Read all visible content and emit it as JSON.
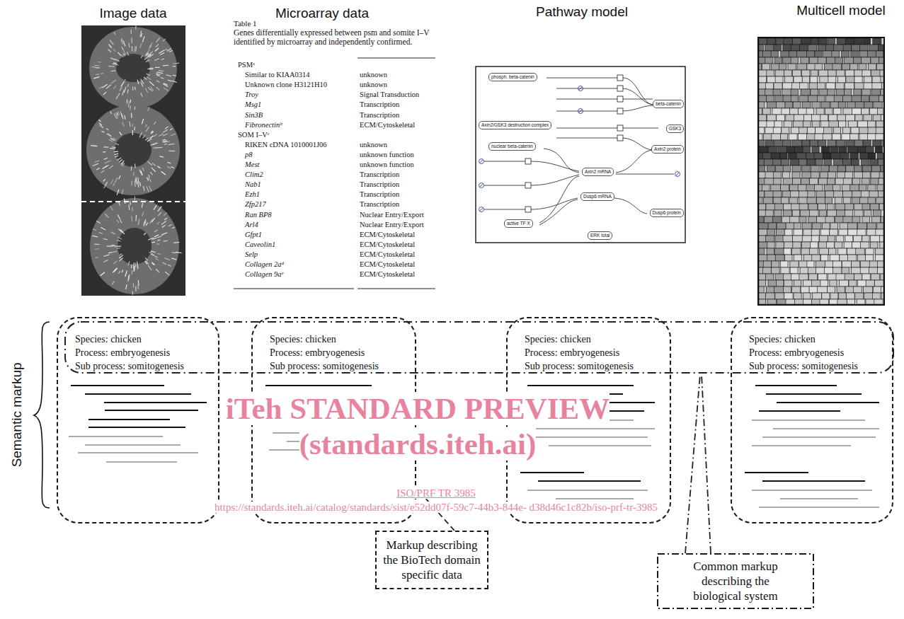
{
  "diagram": {
    "nodes": [
      {
        "text": [
          "Species: chicken",
          "Process: embryogenesis",
          "Sub process: somitogenesis"
        ]
      },
      {
        "text": [
          "Species: chicken",
          "Process: embryogenesis",
          "Sub process: somitogenesis"
        ]
      },
      {
        "text": [
          "Species: chicken",
          "Process: embryogenesis",
          "Sub process: somitogenesis"
        ]
      },
      {
        "text": [
          "Species: chicken",
          "Process: embryogenesis",
          "Sub process: somitogenesis"
        ]
      },
      {
        "text": [
          "Markup describing the BioTech domain specific data"
        ]
      },
      {
        "text": [
          "Common markup describing the biological system"
        ]
      },
      {
        "text": [
          "phosph. beta-catenin"
        ]
      },
      {
        "text": [
          "beta-catenin"
        ]
      },
      {
        "text": [
          "Axin2/GSK3 destruction complex"
        ]
      },
      {
        "text": [
          "GSK3"
        ]
      },
      {
        "text": [
          "nuclear beta-catenin"
        ]
      },
      {
        "text": [
          "Axin2 protein"
        ]
      },
      {
        "text": [
          "Axin2 mRNA"
        ]
      },
      {
        "text": [
          "Dusp6 mRNA"
        ]
      },
      {
        "text": [
          "active TF X"
        ]
      },
      {
        "text": [
          "Dusp6 protein"
        ]
      },
      {
        "text": [
          "ERK total"
        ]
      }
    ],
    "edges": [
      {
        "from": 4,
        "to": 1,
        "arrow": "none"
      }
    ],
    "labels": [
      "Image data",
      "Microarray data",
      "Table 1",
      "Genes differentially expressed between psm and somite I–V identified by microarray and independently confirmed.",
      "Pathway model",
      "Multicell model",
      "PSMᵃ",
      "Similar to KIAA0314",
      "unknown",
      "Unknown clone H3121H10",
      "unknown",
      "Troy",
      "Signal Transduction",
      "Msg1",
      "Transcription",
      "Sin3B",
      "Transcription",
      "Fibronectinᵇ",
      "ECM/Cytoskeletal",
      "SOM I–Vᶜ",
      "RIKEN cDNA 1010001J06",
      "unknown",
      "p8",
      "unknown function",
      "Mest",
      "unknown function",
      "Clim2",
      "Transcription",
      "Nab1",
      "Transcription",
      "Ezh1",
      "Transcription",
      "Zfp217",
      "Transcription",
      "Ran BP8",
      "Nuclear Entry/Export",
      "Arl4",
      "Nuclear Entry/Export",
      "Gfpt1",
      "ECM/Cytoskeletal",
      "Caveolin1",
      "ECM/Cytoskeletal",
      "Selp",
      "ECM/Cytoskeletal",
      "Collagen 2aᵈ",
      "ECM/Cytoskeletal",
      "Collagen 9aᵉ",
      "ECM/Cytoskeletal",
      "Semantic markup",
      "iTeh STANDARD PREVIEW",
      "(standards.iteh.ai)",
      "ISO/PRF TR 3985",
      "https://standards.iteh.ai/catalog/standards/sist/e52dd07f-59c7-44b3-844e- d38d46c1c82b/iso-prf-tr-3985"
    ]
  }
}
